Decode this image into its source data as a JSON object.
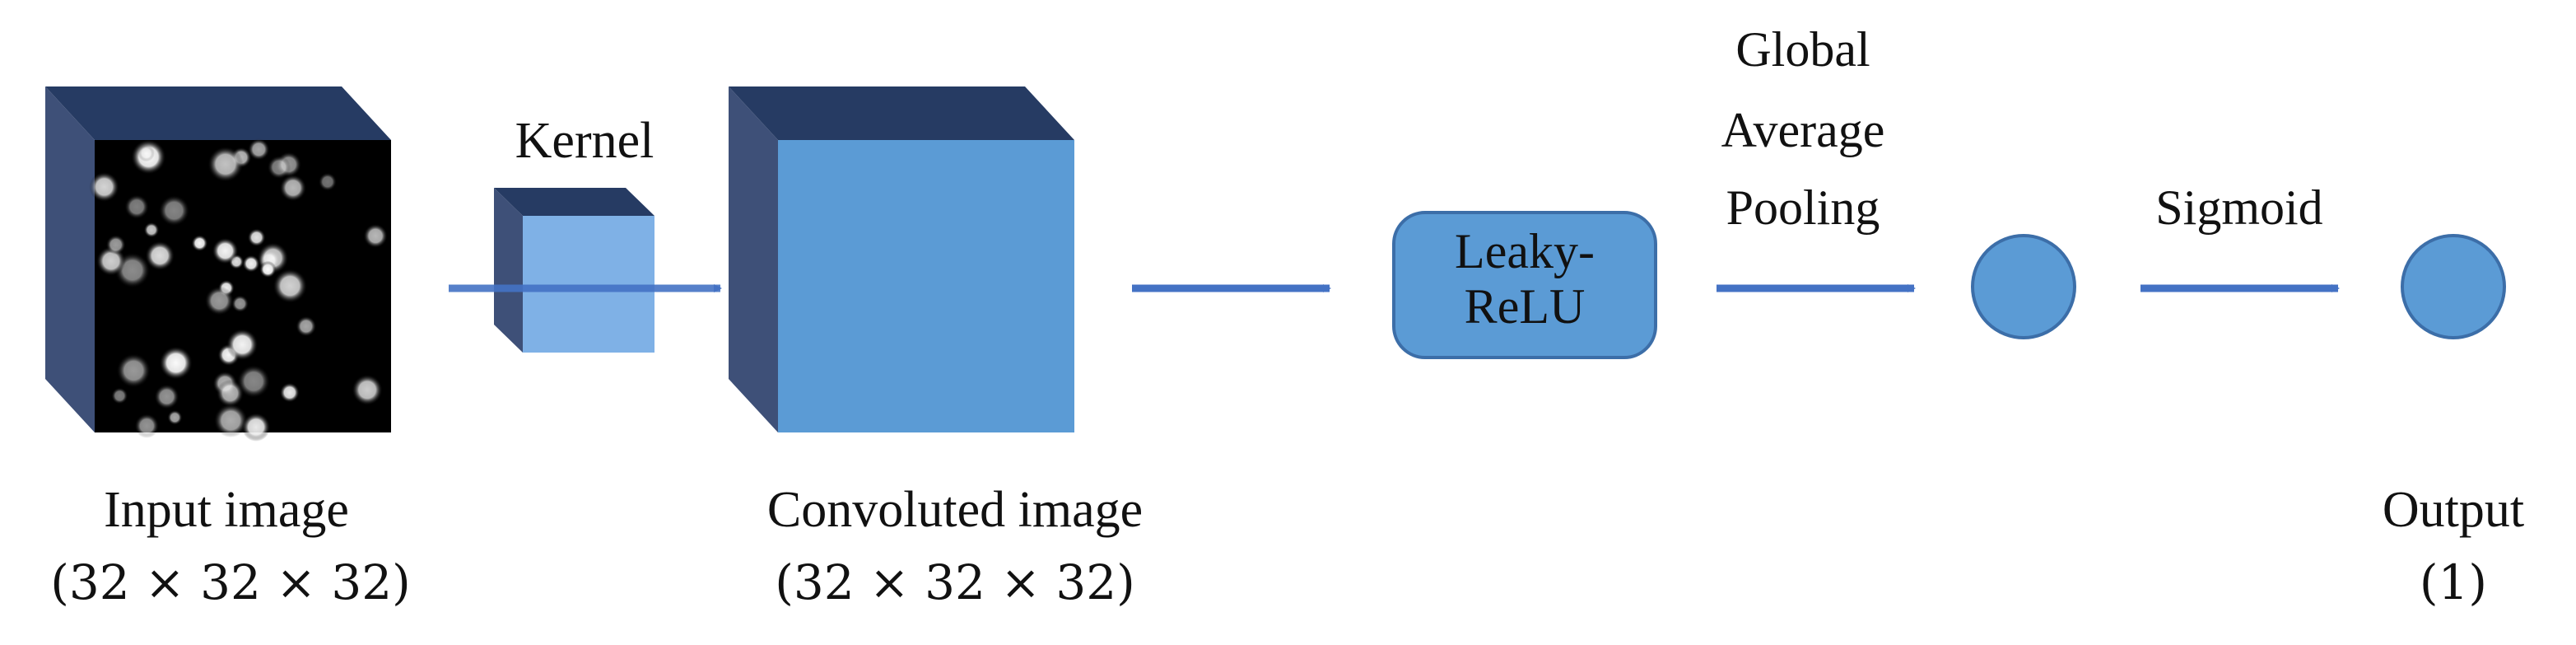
{
  "labels": {
    "kernel": "Kernel",
    "input_image": "Input image",
    "input_dims": "(32 × 32 × 32)",
    "convoluted_image": "Convoluted image",
    "convoluted_dims": "(32 × 32 × 32)",
    "activation_line1": "Leaky-",
    "activation_line2": "ReLU",
    "pooling_line1": "Global",
    "pooling_line2": "Average",
    "pooling_line3": "Pooling",
    "sigmoid": "Sigmoid",
    "output": "Output",
    "output_dims": "(1)"
  },
  "colors": {
    "cube_front": "#5b9bd5",
    "cube_side": "#3e5078",
    "cube_top": "#263b63",
    "kernel_front": "#7fb1e6",
    "arrow": "#4472c4",
    "node_fill": "#5b9bd5",
    "node_stroke": "#3c6ea8",
    "image_bg": "#000000"
  }
}
